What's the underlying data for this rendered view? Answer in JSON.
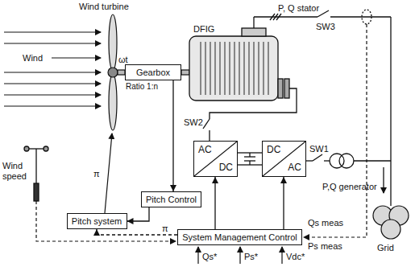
{
  "diagram": {
    "nodes": [
      {
        "text": [
          "Gearbox",
          "Ratio 1:n"
        ]
      },
      {
        "text": [
          "AC",
          "DC"
        ]
      },
      {
        "text": [
          "DC",
          "AC"
        ]
      },
      {
        "text": [
          "Pitch Control"
        ]
      },
      {
        "text": [
          "Pitch system"
        ]
      },
      {
        "text": [
          "System Management Control"
        ]
      }
    ],
    "edges": [
      {
        "from": 0,
        "to": 3,
        "arrow": "to"
      },
      {
        "from": 3,
        "to": 4,
        "arrow": "to"
      },
      {
        "from": 1,
        "to": 2,
        "arrow": "none"
      },
      {
        "from": 5,
        "to": 1,
        "arrow": "to"
      },
      {
        "from": 5,
        "to": 2,
        "arrow": "to"
      },
      {
        "from": 5,
        "to": 4,
        "label": "π",
        "arrow": "to"
      }
    ],
    "labels": [
      "Wind turbine",
      "Wind",
      "ωt",
      "DFIG",
      "P, Q stator",
      "SW3",
      "SW2",
      "SW1",
      "P,Q generator",
      "Grid",
      "Wind speed",
      "π",
      "Qs*",
      "Ps*",
      "Vdc*",
      "Qs meas",
      "Ps meas"
    ]
  }
}
